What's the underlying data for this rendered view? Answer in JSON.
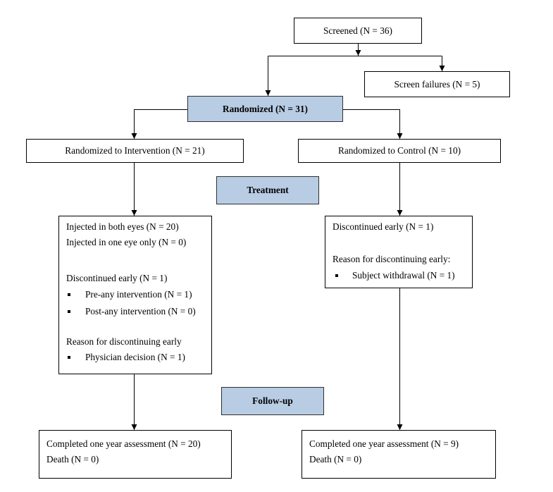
{
  "screening": {
    "screened": "Screened (N = 36)",
    "screen_failures": "Screen failures (N = 5)"
  },
  "randomization": {
    "randomized": "Randomized (N = 31)"
  },
  "arms": {
    "intervention": "Randomized to Intervention (N = 21)",
    "control": "Randomized to Control (N = 10)"
  },
  "phases": {
    "treatment": "Treatment",
    "follow_up": "Follow-up"
  },
  "intervention_treatment": {
    "lines": [
      "Injected in both eyes (N = 20)",
      "Injected in one eye only (N = 0)"
    ],
    "discontinued": "Discontinued early (N = 1)",
    "discontinued_breakdown": [
      "Pre-any intervention (N = 1)",
      "Post-any intervention (N = 0)"
    ],
    "reason_heading": "Reason for discontinuing early",
    "reasons": [
      "Physician decision (N = 1)"
    ]
  },
  "control_treatment": {
    "discontinued": "Discontinued early (N = 1)",
    "reason_heading": "Reason for discontinuing early:",
    "reasons": [
      "Subject withdrawal (N = 1)"
    ]
  },
  "intervention_follow_up": {
    "completed": "Completed one year assessment (N = 20)",
    "death": "Death (N = 0)"
  },
  "control_follow_up": {
    "completed": "Completed one year assessment (N = 9)",
    "death": "Death (N = 0)"
  },
  "colors": {
    "phase_box_fill": "#b8cce4",
    "border": "#000000"
  }
}
